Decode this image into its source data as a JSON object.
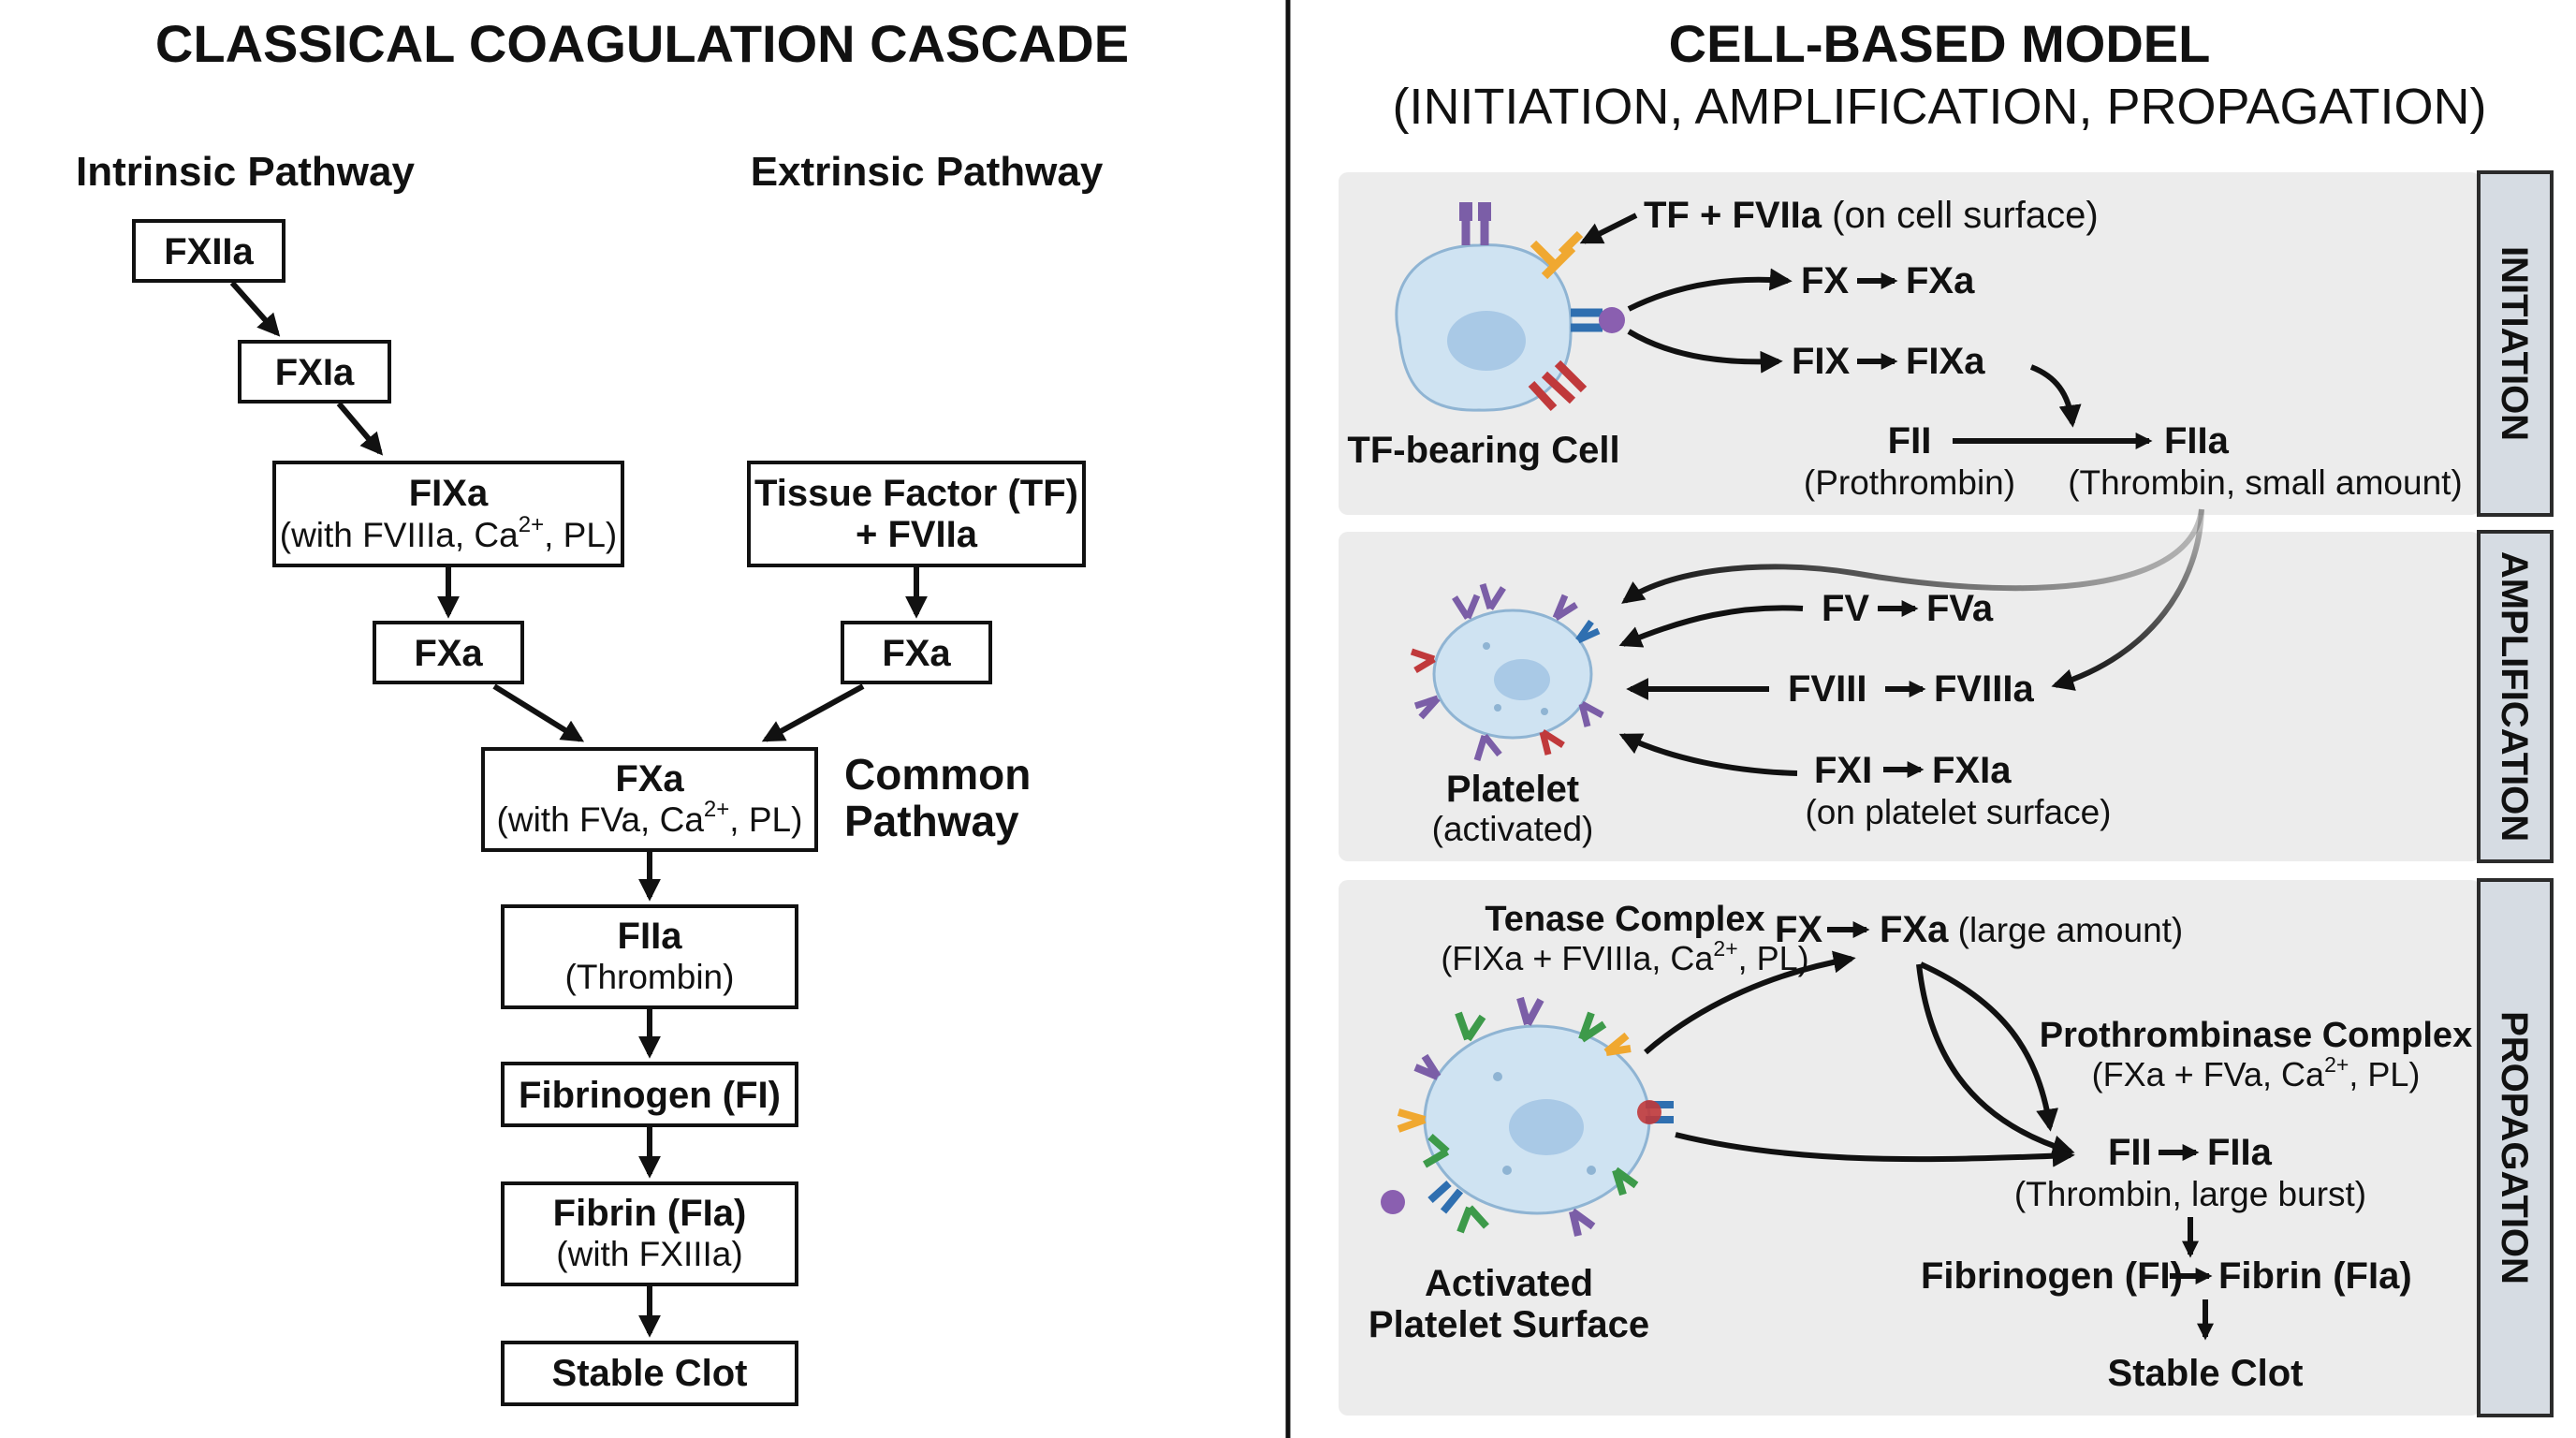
{
  "left": {
    "title": "CLASSICAL COAGULATION CASCADE",
    "intrinsic_label": "Intrinsic Pathway",
    "extrinsic_label": "Extrinsic Pathway",
    "boxes": {
      "fxiia": "FXIIa",
      "fxia": "FXIa",
      "fixa": "FIXa",
      "fixa_sub_pre": "(with FVIIIa, Ca",
      "fixa_sub_sup": "2+",
      "fixa_sub_post": ", PL)",
      "tf_line1": "Tissue Factor (TF)",
      "tf_line2": "+ FVIIa",
      "fxa_left": "FXa",
      "fxa_right": "FXa",
      "fxa_common": "FXa",
      "fxa_common_sub_pre": "(with FVa, Ca",
      "fxa_common_sub_sup": "2+",
      "fxa_common_sub_post": ", PL)",
      "fiia": "FIIa",
      "fiia_sub": "(Thrombin)",
      "fibrinogen": "Fibrinogen (FI)",
      "fibrin": "Fibrin (FIa)",
      "fibrin_sub": "(with FXIIIa)",
      "clot": "Stable Clot"
    },
    "common_line1": "Common",
    "common_line2": "Pathway"
  },
  "right": {
    "title": "CELL-BASED MODEL",
    "subtitle": "(INITIATION, AMPLIFICATION, PROPAGATION)",
    "initiation": {
      "tab": "INITIATION",
      "tf_bold": "TF + FVIIa",
      "tf_note": " (on cell surface)",
      "fx_from": "FX",
      "fx_to": "FXa",
      "fix_from": "FIX",
      "fix_to": "FIXa",
      "fii": "FII",
      "fii_sub": "(Prothrombin)",
      "fiia": "FIIa",
      "fiia_sub": "(Thrombin, small amount)",
      "cell_label": "TF-bearing Cell"
    },
    "amplification": {
      "tab": "AMPLIFICATION",
      "fv_from": "FV",
      "fv_to": "FVa",
      "fviii_from": "FVIII",
      "fviii_to": "FVIIIa",
      "fxi_from": "FXI",
      "fxi_to": "FXIa",
      "fxi_sub": "(on platelet surface)",
      "platelet": "Platelet",
      "platelet_sub": "(activated)"
    },
    "propagation": {
      "tab": "PROPAGATION",
      "tenase": "Tenase Complex",
      "tenase_sub_pre": "(FIXa + FVIIIa, Ca",
      "tenase_sub_sup": "2+",
      "tenase_sub_post": ", PL)",
      "fx_from": "FX",
      "fx_to": "FXa",
      "fx_note": " (large amount)",
      "prothrombinase": "Prothrombinase Complex",
      "prothrombinase_sub_pre": "(FXa + FVa, Ca",
      "prothrombinase_sub_sup": "2+",
      "prothrombinase_sub_post": ", PL)",
      "fii_from": "FII",
      "fii_to": "FIIa",
      "fii_sub": "(Thrombin, large burst)",
      "fibrinogen": "Fibrinogen (FI)",
      "fibrin": "Fibrin (FIa)",
      "clot": "Stable Clot",
      "cell_line1": "Activated",
      "cell_line2": "Platelet Surface"
    }
  },
  "colors": {
    "panel_bg": "#ececec",
    "tab_bg": "#d6dce3",
    "cell_fill": "#cfe3f2",
    "receptor_purple": "#7b5ea7",
    "receptor_orange": "#f0a830",
    "receptor_blue": "#2f6fb0",
    "receptor_red": "#c0393b",
    "receptor_green": "#3d9a4a"
  }
}
